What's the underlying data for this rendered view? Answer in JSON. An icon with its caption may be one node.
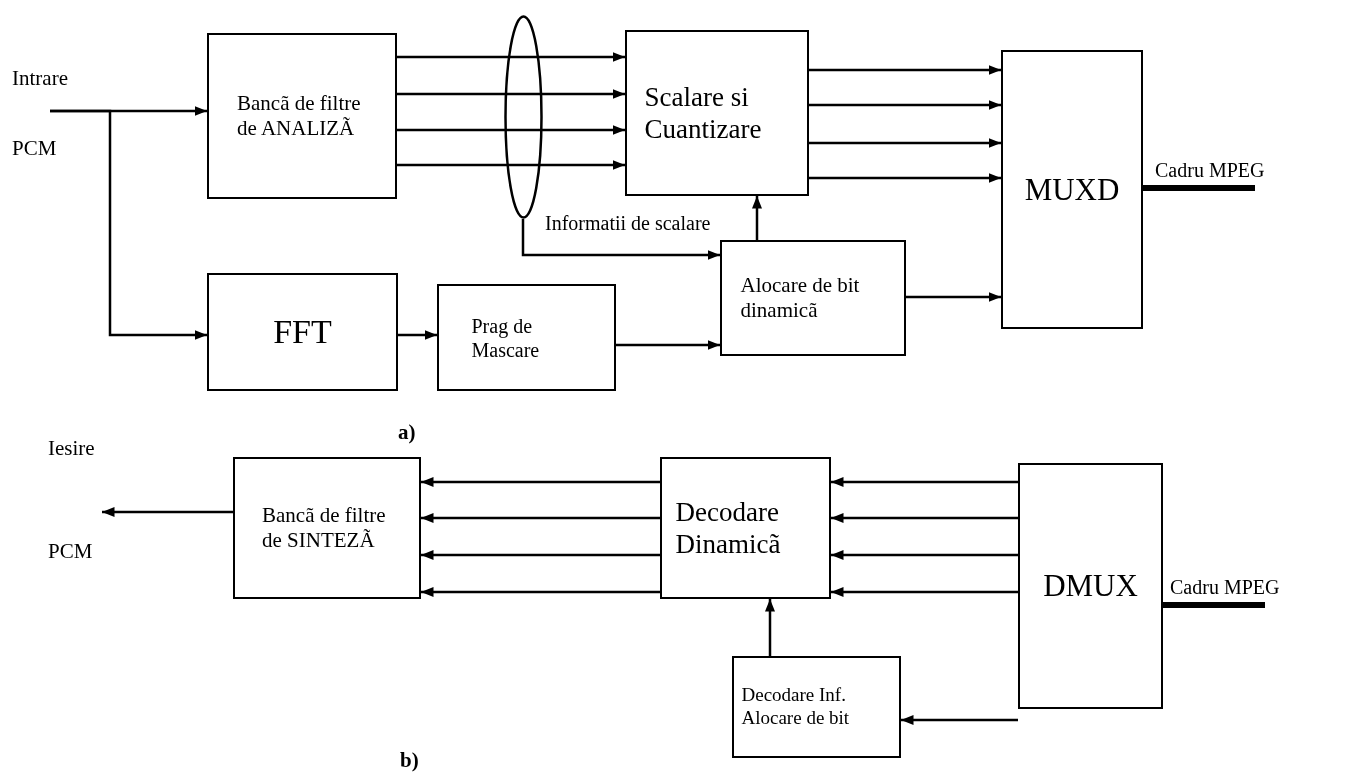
{
  "diagram": {
    "nodes": [
      {
        "text": [
          "Bancã de filtre de ANALIZÃ"
        ]
      },
      {
        "text": [
          "Scalare si Cuantizare"
        ]
      },
      {
        "text": [
          "MUXD"
        ]
      },
      {
        "text": [
          "FFT"
        ]
      },
      {
        "text": [
          "Prag de Mascare"
        ]
      },
      {
        "text": [
          "Alocare de bit dinamicã"
        ]
      },
      {
        "text": [],
        "shape": "ellipse"
      },
      {
        "text": [
          "Bancã de filtre de SINTEZÃ"
        ]
      },
      {
        "text": [
          "Decodare Dinamicã"
        ]
      },
      {
        "text": [
          "DMUX"
        ]
      },
      {
        "text": [
          "Decodare Inf. Alocare de bit"
        ]
      },
      {
        "text": [
          "Iesire",
          "PCM"
        ]
      }
    ],
    "edges": [
      {
        "from": null,
        "to": 0,
        "arrow": "to"
      },
      {
        "from": null,
        "to": 3,
        "arrow": "to"
      },
      {
        "from": 0,
        "to": 6,
        "arrow": "none"
      },
      {
        "from": 0,
        "to": 6,
        "arrow": "none"
      },
      {
        "from": 0,
        "to": 6,
        "arrow": "none"
      },
      {
        "from": 0,
        "to": 6,
        "arrow": "none"
      },
      {
        "from": 1,
        "to": 2,
        "arrow": "to"
      },
      {
        "from": 1,
        "to": 2,
        "arrow": "to"
      },
      {
        "from": 1,
        "to": 2,
        "arrow": "to"
      },
      {
        "from": 1,
        "to": 2,
        "arrow": "to"
      },
      {
        "from": 5,
        "to": 1,
        "arrow": "to"
      },
      {
        "from": 5,
        "to": 2,
        "arrow": "to"
      },
      {
        "from": 3,
        "to": 4,
        "arrow": "to"
      },
      {
        "from": 4,
        "to": 5,
        "arrow": "to"
      },
      {
        "from": 6,
        "to": 5,
        "arrow": "to",
        "label": "Informatii de scalare"
      },
      {
        "from": 2,
        "to": null,
        "arrow": "none",
        "style": "thick",
        "label": "Cadru MPEG"
      },
      {
        "from": 8,
        "to": 7,
        "arrow": "to"
      },
      {
        "from": 8,
        "to": 7,
        "arrow": "to"
      },
      {
        "from": 8,
        "to": 7,
        "arrow": "to"
      },
      {
        "from": 8,
        "to": 7,
        "arrow": "to"
      },
      {
        "from": 9,
        "to": 8,
        "arrow": "to"
      },
      {
        "from": 9,
        "to": 8,
        "arrow": "to"
      },
      {
        "from": 9,
        "to": 8,
        "arrow": "to"
      },
      {
        "from": 9,
        "to": 8,
        "arrow": "to"
      },
      {
        "from": 10,
        "to": 8,
        "arrow": "to"
      },
      {
        "from": 9,
        "to": 10,
        "arrow": "to"
      },
      {
        "from": 9,
        "to": null,
        "arrow": "none",
        "style": "thick",
        "label": "Cadru MPEG"
      },
      {
        "from": 7,
        "to": 11,
        "arrow": "to"
      },
      {
        "from": 6,
        "to": 1,
        "arrow": "to"
      },
      {
        "from": 6,
        "to": 1,
        "arrow": "to"
      },
      {
        "from": 6,
        "to": 1,
        "arrow": "to"
      },
      {
        "from": 6,
        "to": 1,
        "arrow": "to"
      }
    ],
    "labels": [
      "Intrare",
      "PCM",
      "a)",
      "b)"
    ]
  }
}
